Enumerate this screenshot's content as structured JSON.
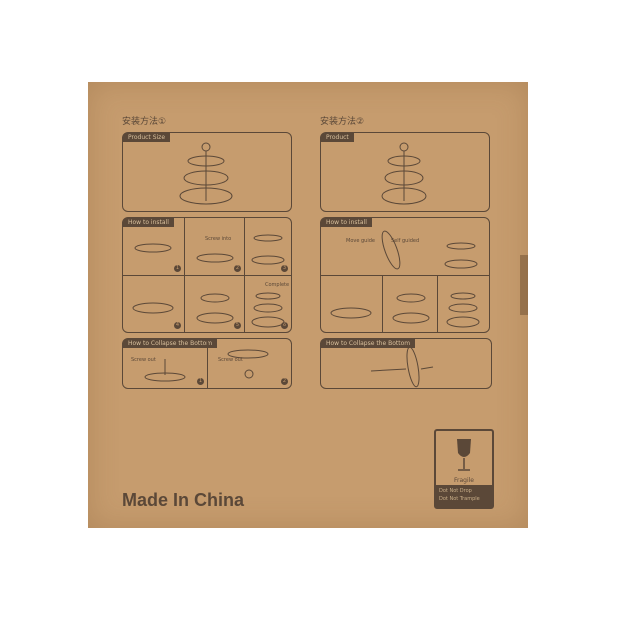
{
  "method1": {
    "heading": "安装方法①",
    "product_tag": "Product Size",
    "install_tag": "How to install",
    "collapse_tag": "How to Collapse the Bottom",
    "install_steps": [
      "1",
      "2",
      "3",
      "4",
      "5",
      "6"
    ],
    "collapse_steps": [
      "1",
      "2"
    ],
    "labels": {
      "screw_out": "Screw out",
      "screw_into": "Screw into",
      "complete": "Complete"
    }
  },
  "method2": {
    "heading": "安装方法②",
    "product_tag": "Product",
    "install_tag": "How to install",
    "collapse_tag": "How to Collapse the Bottom",
    "labels": {
      "move_guide": "Move guide",
      "self_guided": "Self guided"
    }
  },
  "made_in": "Made In China",
  "fragile": {
    "label": "Fragile",
    "line1": "Dot Not Drop",
    "line2": "Dot Not Trample"
  },
  "colors": {
    "cardboard": "#c69c6e",
    "ink": "#5b4838"
  }
}
